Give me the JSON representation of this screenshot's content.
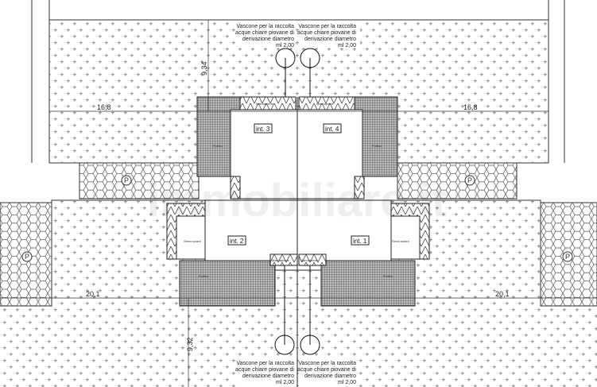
{
  "plan": {
    "units": [
      "int. 3",
      "int. 4",
      "int. 2",
      "int. 1"
    ],
    "tank_note": {
      "line1": "Vascone per la raccolta",
      "line2": "acque chiare piovane di",
      "line3": "derivazione diametro",
      "line4": "ml 2,00"
    },
    "dimensions": {
      "upper_width": "16,8",
      "lower_width": "20,1",
      "upper_depth": "9,34",
      "lower_depth": "9,32"
    },
    "labels": {
      "sidewalk": "Marciapiede",
      "porch": "Portico",
      "greenhouse": "Serra solare",
      "parking": "P"
    },
    "watermark": "immobiliare.it"
  }
}
